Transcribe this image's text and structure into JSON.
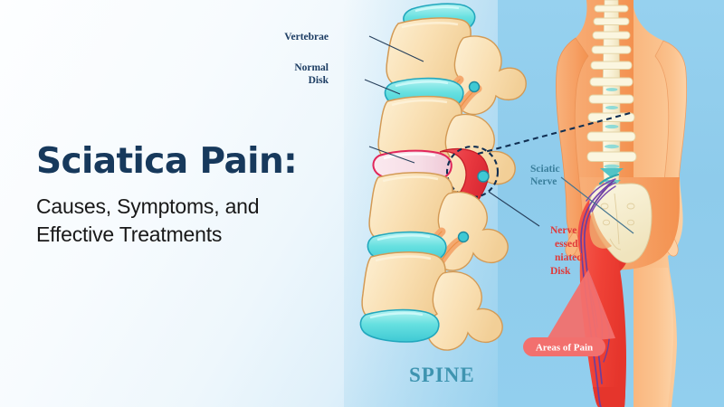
{
  "page": {
    "kind": "medical-infographic-banner",
    "topic": "Sciatica Pain"
  },
  "headline": {
    "title": "Sciatica Pain:",
    "subtitle_line1": "Causes, Symptoms, and",
    "subtitle_line2": "Effective Treatments",
    "title_color": "#17395c",
    "subtitle_color": "#191919"
  },
  "illustration": {
    "spine_caption": "SPINE",
    "spine_caption_color": "#3e94b0",
    "labels": [
      {
        "id": "vertebrae",
        "text": "Vertebrae",
        "color": "#1d3d63"
      },
      {
        "id": "normal-disk-l1",
        "text": "Normal",
        "color": "#1d3d63"
      },
      {
        "id": "normal-disk-l2",
        "text": "Disk",
        "color": "#1d3d63"
      },
      {
        "id": "sciatic-nerve-l1",
        "text": "Sciatic",
        "color": "#3a7f9c"
      },
      {
        "id": "sciatic-nerve-l2",
        "text": "Nerve",
        "color": "#3a7f9c"
      },
      {
        "id": "herniated-l1",
        "text": "Nerve",
        "color": "#e03a3a"
      },
      {
        "id": "herniated-l2",
        "text": "essed",
        "color": "#e03a3a"
      },
      {
        "id": "herniated-l3",
        "text": "niated",
        "color": "#e03a3a"
      },
      {
        "id": "herniated-l4",
        "text": "Disk",
        "color": "#e03a3a"
      }
    ],
    "pain_badge": {
      "text": "Areas of Pain",
      "fill": "#f2706e",
      "text_color": "#ffffff"
    }
  },
  "palette": {
    "background_left": "#fdfeff",
    "background_right": "#8ecae8",
    "bone": "#f7dcac",
    "bone_stroke": "#d39a55",
    "disc_cyan": "#6fe2e2",
    "disc_cyan_stroke": "#22a7bd",
    "nerve_orange": "#f6b98a",
    "herniated_red": "#e8383f",
    "skin": "#f6a064",
    "pain_red": "#ef4136",
    "nerve_purple": "#6b3f9e",
    "sacrum": "#f5edd0"
  }
}
